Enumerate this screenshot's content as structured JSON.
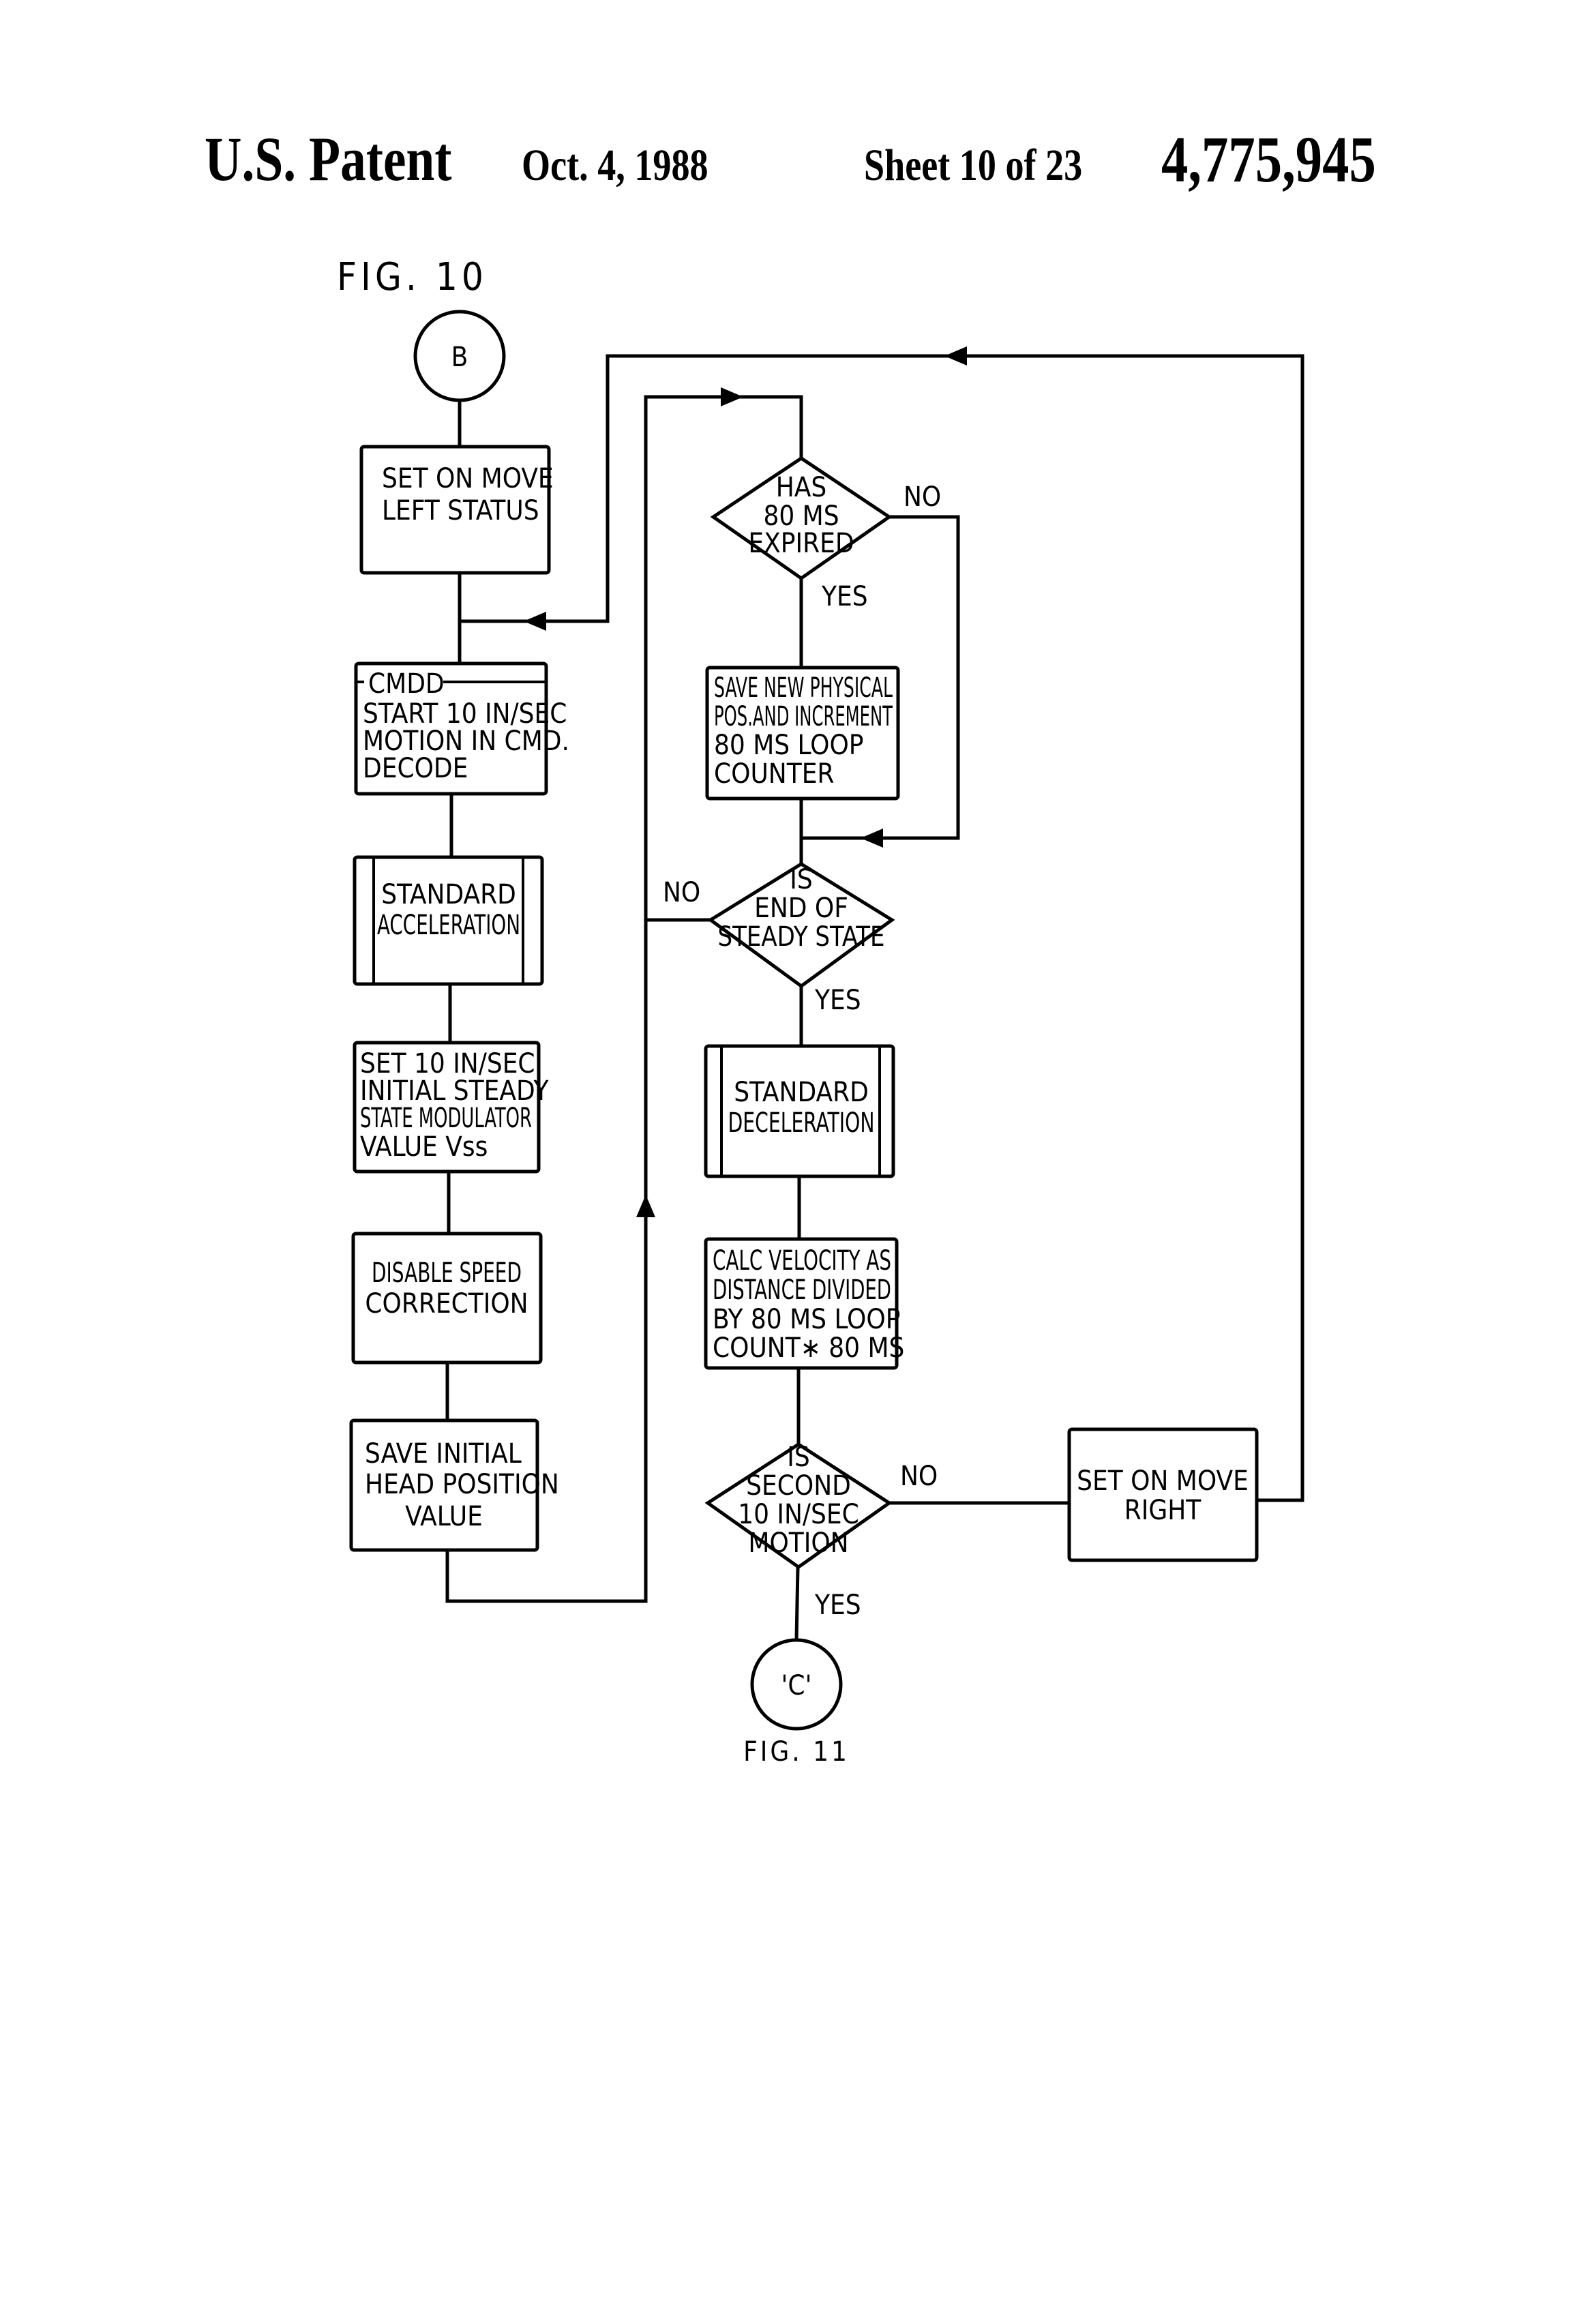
{
  "header": {
    "publisher": "U.S. Patent",
    "date": "Oct. 4, 1988",
    "sheet": "Sheet 10 of 23",
    "patent_number": "4,775,945"
  },
  "figure": {
    "title": "FIG. 10",
    "connectors": {
      "start": "B",
      "end": "'C'",
      "end_reference": "FIG. 11"
    },
    "left_column": [
      {
        "id": "set-move-left",
        "type": "process",
        "lines": [
          "SET ON MOVE",
          "LEFT STATUS"
        ]
      },
      {
        "id": "cmdd",
        "type": "process-labeled",
        "tag": "CMDD",
        "lines": [
          "START 10 IN/SEC",
          "MOTION IN CMD.",
          "DECODE"
        ]
      },
      {
        "id": "std-accel",
        "type": "predefined-process",
        "lines": [
          "STANDARD",
          "ACCELERATION"
        ]
      },
      {
        "id": "set-vss",
        "type": "process",
        "lines": [
          "SET 10 IN/SEC",
          "INITIAL STEADY",
          "STATE MODULATOR",
          "VALUE  Vss"
        ]
      },
      {
        "id": "disable-speed",
        "type": "process",
        "lines": [
          "DISABLE SPEED",
          "CORRECTION"
        ]
      },
      {
        "id": "save-initial",
        "type": "process",
        "lines": [
          "SAVE INITIAL",
          "HEAD POSITION",
          "VALUE"
        ]
      }
    ],
    "right_column": [
      {
        "id": "has-80ms",
        "type": "decision",
        "lines": [
          "HAS",
          "80 MS",
          "EXPIRED"
        ],
        "yes": "YES",
        "no": "NO"
      },
      {
        "id": "save-new-pos",
        "type": "process",
        "lines": [
          "SAVE NEW PHYSICAL",
          "POS.AND INCREMENT",
          "80 MS LOOP",
          "COUNTER"
        ]
      },
      {
        "id": "end-steady",
        "type": "decision",
        "lines": [
          "IS",
          "END OF",
          "STEADY STATE"
        ],
        "yes": "YES",
        "no": "NO"
      },
      {
        "id": "std-decel",
        "type": "predefined-process",
        "lines": [
          "STANDARD",
          "DECELERATION"
        ]
      },
      {
        "id": "calc-velocity",
        "type": "process",
        "lines": [
          "CALC VELOCITY AS",
          "DISTANCE DIVIDED",
          "BY 80 MS LOOP",
          "COUNT∗ 80 MS"
        ]
      },
      {
        "id": "second-motion",
        "type": "decision",
        "lines": [
          "IS",
          "SECOND",
          "10 IN/SEC",
          "MOTION"
        ],
        "yes": "YES",
        "no": "NO"
      }
    ],
    "side_box": {
      "id": "set-move-right",
      "type": "process",
      "lines": [
        "SET ON MOVE",
        "RIGHT"
      ]
    }
  }
}
